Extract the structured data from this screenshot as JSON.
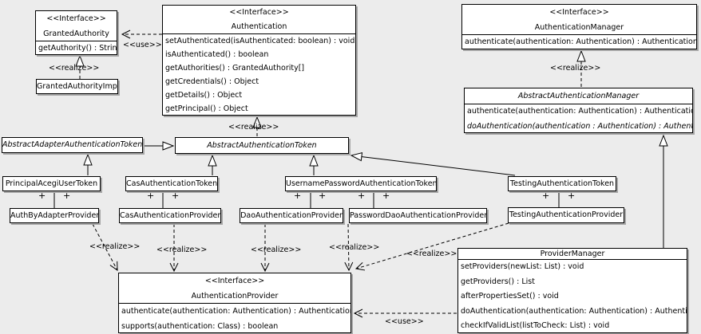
{
  "stereotypes": {
    "interface": "<<Interface>>",
    "realize": "<<realize>>",
    "use": "<<use>>"
  },
  "plus": "+",
  "classes": [
    {
      "name": "GrantedAuthority",
      "stereotype": "<<Interface>>",
      "methods": [
        "getAuthority() : String"
      ]
    },
    {
      "name": "GrantedAuthorityImpl"
    },
    {
      "name": "Authentication",
      "stereotype": "<<Interface>>",
      "methods": [
        "setAuthenticated(isAuthenticated: boolean) : void",
        "isAuthenticated() : boolean",
        "getAuthorities() : GrantedAuthority[]",
        "getCredentials() : Object",
        "getDetails() : Object",
        "getPrincipal() : Object"
      ]
    },
    {
      "name": "AuthenticationManager",
      "stereotype": "<<Interface>>",
      "methods": [
        "authenticate(authentication: Authentication) : Authentication"
      ]
    },
    {
      "name": "AbstractAuthenticationManager",
      "abstract": true,
      "methods": [
        "authenticate(authentication: Authentication) : Authentication",
        "doAuthentication(authentication : Authentication) : Authentication"
      ]
    },
    {
      "name": "AbstractAdapterAuthenticationToken",
      "abstract": true
    },
    {
      "name": "AbstractAuthenticationToken",
      "abstract": true
    },
    {
      "name": "PrincipalAcegiUserToken"
    },
    {
      "name": "CasAuthenticationToken"
    },
    {
      "name": "UsernamePasswordAuthenticationToken"
    },
    {
      "name": "TestingAuthenticationToken"
    },
    {
      "name": "AuthByAdapterProvider"
    },
    {
      "name": "CasAuthenticationProvider"
    },
    {
      "name": "DaoAuthenticationProvider"
    },
    {
      "name": "PasswordDaoAuthenticationProvider"
    },
    {
      "name": "TestingAuthenticationProvider"
    },
    {
      "name": "AuthenticationProvider",
      "stereotype": "<<Interface>>",
      "methods": [
        "authenticate(authentication: Authentication) : Authentication",
        "supports(authentication: Class) : boolean"
      ]
    },
    {
      "name": "ProviderManager",
      "methods": [
        "setProviders(newList: List) : void",
        "getProviders() : List",
        "afterPropertiesSet() : void",
        "doAuthentication(authentication: Authentication) : Authentication",
        "checkIfValidList(listToCheck: List) : void"
      ]
    }
  ]
}
